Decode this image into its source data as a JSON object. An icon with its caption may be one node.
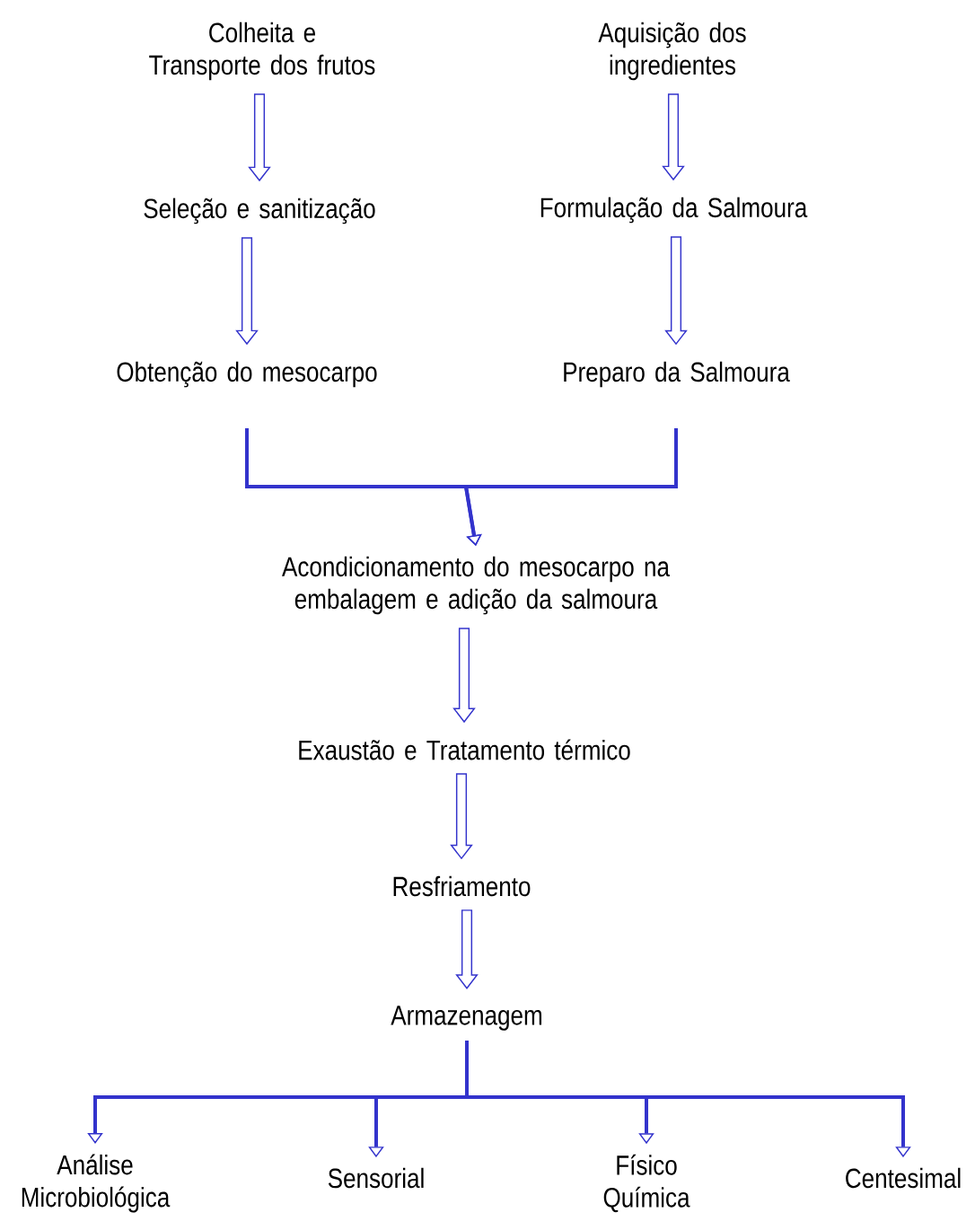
{
  "diagram": {
    "nodes": [
      {
        "text": [
          "Colheita e Transporte dos frutos"
        ]
      },
      {
        "text": [
          "Aquisição dos ingredientes"
        ]
      },
      {
        "text": [
          "Seleção e sanitização"
        ]
      },
      {
        "text": [
          "Formulação da Salmoura"
        ]
      },
      {
        "text": [
          "Obtenção do mesocarpo"
        ]
      },
      {
        "text": [
          "Preparo da Salmoura"
        ]
      },
      {
        "text": [
          "Acondicionamento do mesocarpo na embalagem e adição da salmoura"
        ]
      },
      {
        "text": [
          "Exaustão e Tratamento térmico"
        ]
      },
      {
        "text": [
          "Resfriamento"
        ]
      },
      {
        "text": [
          "Armazenagem"
        ]
      },
      {
        "text": [
          "Análise Microbiológica"
        ]
      },
      {
        "text": [
          "Sensorial"
        ]
      },
      {
        "text": [
          "Físico Química"
        ]
      },
      {
        "text": [
          "Centesimal"
        ]
      }
    ],
    "edges": [
      {
        "from": 0,
        "to": 2,
        "arrow": "to"
      },
      {
        "from": 2,
        "to": 4,
        "arrow": "to"
      },
      {
        "from": 1,
        "to": 3,
        "arrow": "to"
      },
      {
        "from": 3,
        "to": 5,
        "arrow": "to"
      },
      {
        "from": 4,
        "to": 6,
        "arrow": "to"
      },
      {
        "from": 5,
        "to": 6,
        "arrow": "to"
      },
      {
        "from": 6,
        "to": 7,
        "arrow": "to"
      },
      {
        "from": 7,
        "to": 8,
        "arrow": "to"
      },
      {
        "from": 8,
        "to": 9,
        "arrow": "to"
      },
      {
        "from": 9,
        "to": 10,
        "arrow": "to"
      },
      {
        "from": 9,
        "to": 11,
        "arrow": "to"
      },
      {
        "from": 9,
        "to": 12,
        "arrow": "to"
      },
      {
        "from": 9,
        "to": 13,
        "arrow": "to"
      }
    ]
  }
}
